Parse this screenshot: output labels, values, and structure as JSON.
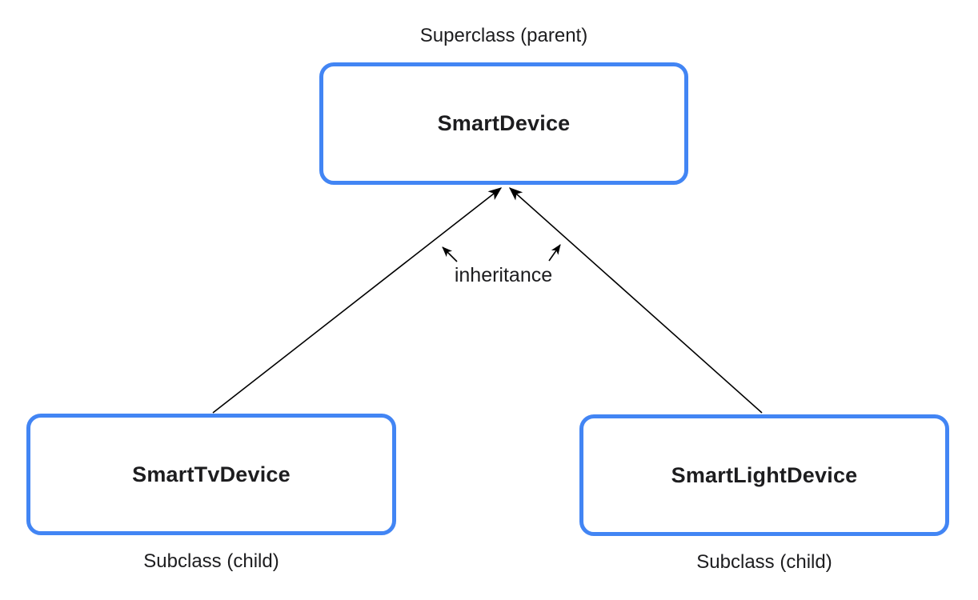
{
  "diagram": {
    "edge_label": "inheritance",
    "nodes": {
      "parent": {
        "label": "SmartDevice",
        "caption": "Superclass (parent)",
        "caption_position": "above"
      },
      "child_left": {
        "label": "SmartTvDevice",
        "caption": "Subclass (child)",
        "caption_position": "below"
      },
      "child_right": {
        "label": "SmartLightDevice",
        "caption": "Subclass (child)",
        "caption_position": "below"
      }
    },
    "edges": [
      {
        "from": "child_left",
        "to": "parent",
        "type": "inheritance-arrow"
      },
      {
        "from": "child_right",
        "to": "parent",
        "type": "inheritance-arrow"
      }
    ],
    "colors": {
      "box_border": "#4285f4",
      "box_fill": "#ffffff",
      "edge": "#000000",
      "text": "#1d1d1f",
      "bg": "#ffffff"
    }
  }
}
